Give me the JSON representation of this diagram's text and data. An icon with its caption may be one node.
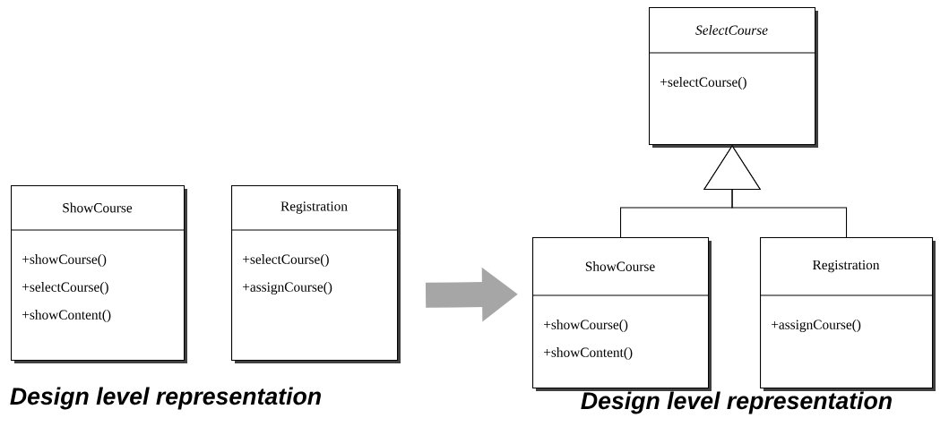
{
  "diagram": {
    "nodes": [
      {
        "text": [
          "ShowCourse",
          "+showCourse()",
          "+selectCourse()",
          "+showContent()"
        ]
      },
      {
        "text": [
          "Registration",
          "+selectCourse()",
          "+assignCourse()"
        ]
      },
      {
        "text": [
          "SelectCourse",
          "+selectCourse()"
        ]
      },
      {
        "text": [
          "ShowCourse",
          "+showCourse()",
          "+showContent()"
        ]
      },
      {
        "text": [
          "Registration",
          "+assignCourse()"
        ]
      }
    ],
    "edges": [
      {
        "from": 1,
        "to": 3,
        "arrow": "to",
        "style": "thick",
        "color": "#a6a6a6"
      },
      {
        "from": 3,
        "to": 2,
        "arrow": "to"
      },
      {
        "from": 4,
        "to": 2,
        "arrow": "to"
      }
    ],
    "labels": [
      "Design level representation",
      "Design level representation"
    ]
  }
}
